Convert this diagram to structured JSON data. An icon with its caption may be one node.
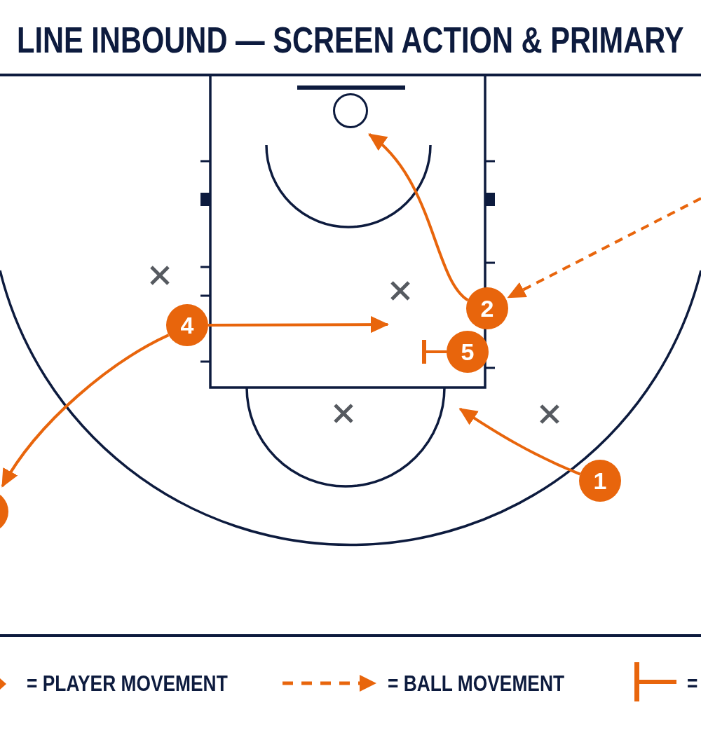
{
  "diagram": {
    "title": "LINE INBOUND — SCREEN ACTION & PRIMARY",
    "nodes": [
      {
        "text": [],
        "shape": "circle"
      },
      {
        "text": [
          "2"
        ]
      },
      {
        "text": [
          "4"
        ]
      },
      {
        "text": [
          "5"
        ]
      },
      {
        "text": [
          "1"
        ]
      },
      {
        "text": [],
        "shape": "circle"
      }
    ],
    "edges": [
      {
        "from": 1,
        "to": 0,
        "arrow": "to"
      },
      {
        "from": null,
        "to": 1,
        "arrow": "to",
        "style": "dashed"
      },
      {
        "from": 2,
        "to": null,
        "arrow": "to"
      },
      {
        "from": 2,
        "to": 5,
        "arrow": "to"
      },
      {
        "from": 4,
        "to": 3,
        "arrow": "to"
      },
      {
        "from": 3,
        "to": null,
        "arrow": "other"
      }
    ],
    "legend": [
      {
        "text": "= PLAYER MOVEMENT"
      },
      {
        "text": "= BALL MOVEMENT"
      },
      {
        "text": "="
      }
    ]
  }
}
